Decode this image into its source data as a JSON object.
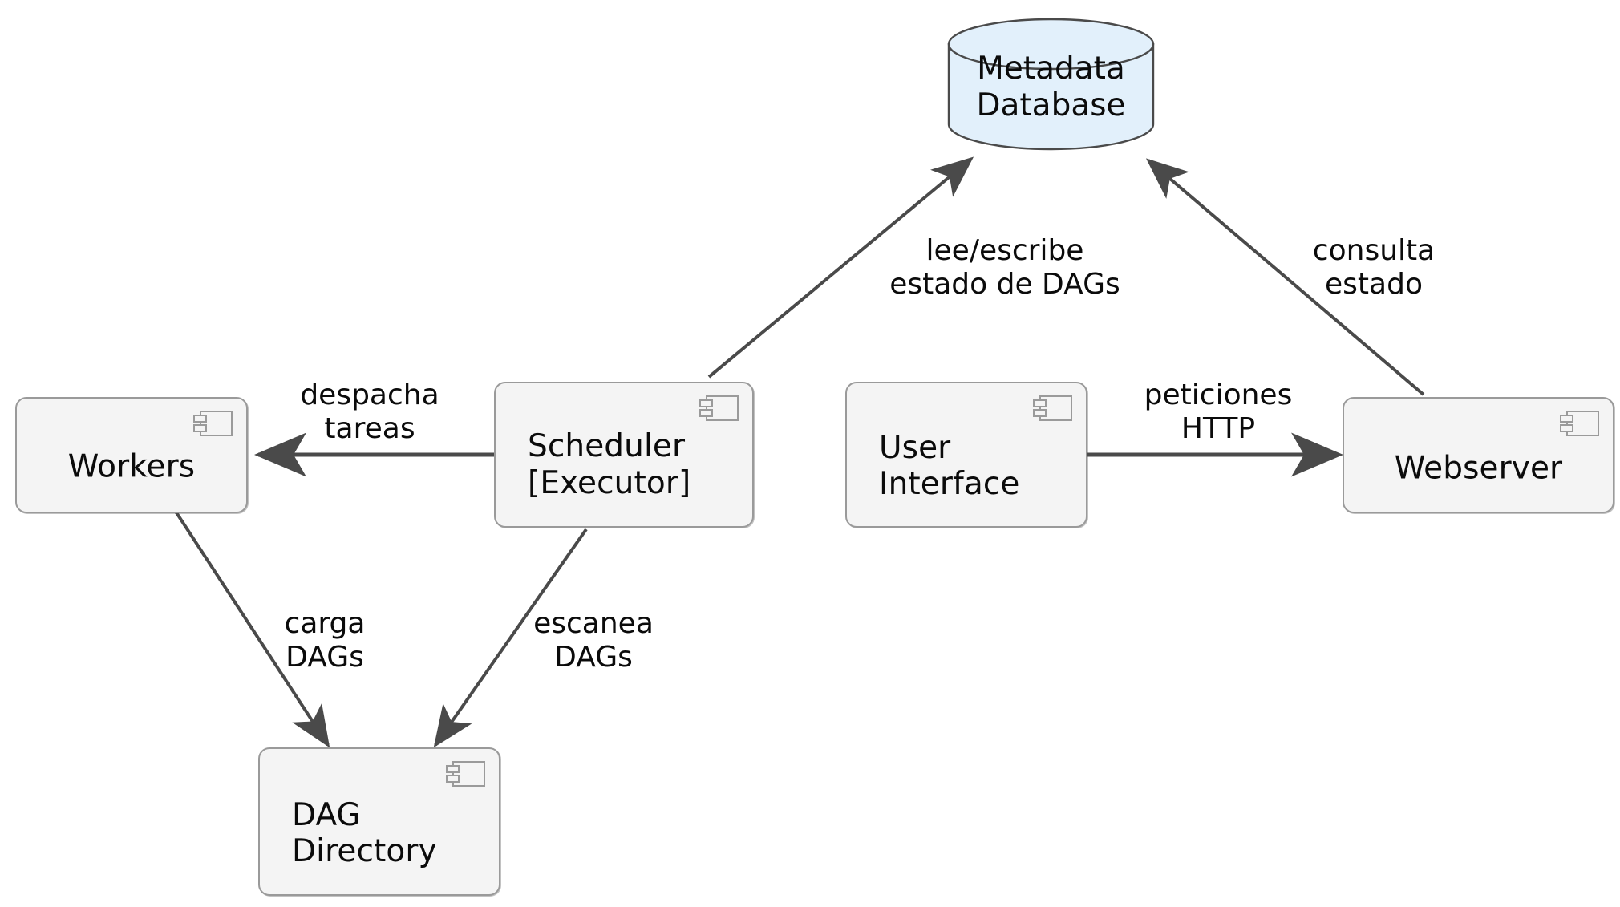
{
  "diagram": {
    "title": "Apache Airflow architecture component diagram",
    "type": "uml-component-diagram",
    "background_color": "#ffffff",
    "node_fill": "#f4f4f4",
    "node_stroke": "#9a9a9a",
    "db_fill": "#e2f0fb",
    "db_stroke": "#4a4a4a",
    "edge_color": "#4a4a4a",
    "text_color": "#0b0b0b"
  },
  "nodes": [
    {
      "id": "metadata-database",
      "kind": "database-cylinder",
      "label": "Metadata\nDatabase",
      "icon": "database-cylinder-icon"
    },
    {
      "id": "workers",
      "kind": "component",
      "label": "Workers",
      "icon": "uml-component-icon"
    },
    {
      "id": "scheduler",
      "kind": "component",
      "label": "Scheduler\n[Executor]",
      "icon": "uml-component-icon"
    },
    {
      "id": "user-interface",
      "kind": "component",
      "label": "User\nInterface",
      "icon": "uml-component-icon"
    },
    {
      "id": "webserver",
      "kind": "component",
      "label": "Webserver",
      "icon": "uml-component-icon"
    },
    {
      "id": "dag-directory",
      "kind": "component",
      "label": "DAG\nDirectory",
      "icon": "uml-component-icon"
    }
  ],
  "edges": [
    {
      "id": "scheduler-to-database",
      "from": "scheduler",
      "to": "metadata-database",
      "label": "lee/escribe\nestado de DAGs",
      "arrow": "end"
    },
    {
      "id": "webserver-to-database",
      "from": "webserver",
      "to": "metadata-database",
      "label": "consulta\nestado",
      "arrow": "end"
    },
    {
      "id": "scheduler-to-workers",
      "from": "scheduler",
      "to": "workers",
      "label": "despacha\ntareas",
      "arrow": "end"
    },
    {
      "id": "ui-to-webserver",
      "from": "user-interface",
      "to": "webserver",
      "label": "peticiones\nHTTP",
      "arrow": "end"
    },
    {
      "id": "workers-to-dag-directory",
      "from": "workers",
      "to": "dag-directory",
      "label": "carga\nDAGs",
      "arrow": "end"
    },
    {
      "id": "scheduler-to-dag-directory",
      "from": "scheduler",
      "to": "dag-directory",
      "label": "escanea\nDAGs",
      "arrow": "end"
    }
  ]
}
